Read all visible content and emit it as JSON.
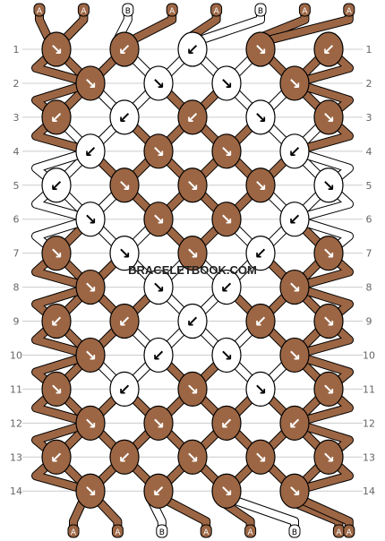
{
  "watermark": "BRACELETBOOK.COM",
  "colors": {
    "A": "#9C6644",
    "B": "#FFFFFF",
    "outline": "#000000",
    "grid": "#cccccc",
    "row_number": "#666666"
  },
  "strands_top": [
    "A",
    "A",
    "B",
    "A",
    "A",
    "B",
    "A",
    "A"
  ],
  "strands_bottom": [
    "A",
    "A",
    "B",
    "A",
    "A",
    "B",
    "A",
    "A"
  ],
  "rows": [
    {
      "number": "1",
      "knots": [
        {
          "color": "A",
          "dir": "↘"
        },
        {
          "color": "A",
          "dir": "↙"
        },
        {
          "color": "B",
          "dir": "↙"
        },
        {
          "color": "A",
          "dir": "↘"
        },
        {
          "color": "A",
          "dir": "↙"
        }
      ]
    },
    {
      "number": "2",
      "knots": [
        {
          "color": "A",
          "dir": "↘"
        },
        {
          "color": "B",
          "dir": "↘"
        },
        {
          "color": "B",
          "dir": "↘"
        },
        {
          "color": "A",
          "dir": "↘"
        }
      ]
    },
    {
      "number": "3",
      "knots": [
        {
          "color": "A",
          "dir": "↙"
        },
        {
          "color": "B",
          "dir": "↙"
        },
        {
          "color": "A",
          "dir": "↙"
        },
        {
          "color": "B",
          "dir": "↘"
        },
        {
          "color": "A",
          "dir": "↘"
        }
      ]
    },
    {
      "number": "4",
      "knots": [
        {
          "color": "B",
          "dir": "↙"
        },
        {
          "color": "A",
          "dir": "↘"
        },
        {
          "color": "A",
          "dir": "↘"
        },
        {
          "color": "B",
          "dir": "↙"
        }
      ]
    },
    {
      "number": "5",
      "knots": [
        {
          "color": "B",
          "dir": "↙"
        },
        {
          "color": "A",
          "dir": "↘"
        },
        {
          "color": "A",
          "dir": "↘"
        },
        {
          "color": "A",
          "dir": "↘"
        },
        {
          "color": "B",
          "dir": "↘"
        }
      ]
    },
    {
      "number": "6",
      "knots": [
        {
          "color": "B",
          "dir": "↘"
        },
        {
          "color": "A",
          "dir": "↘"
        },
        {
          "color": "A",
          "dir": "↘"
        },
        {
          "color": "B",
          "dir": "↙"
        }
      ]
    },
    {
      "number": "7",
      "knots": [
        {
          "color": "A",
          "dir": "↘"
        },
        {
          "color": "B",
          "dir": "↘"
        },
        {
          "color": "A",
          "dir": "↘"
        },
        {
          "color": "B",
          "dir": "↙"
        },
        {
          "color": "A",
          "dir": "↘"
        }
      ]
    },
    {
      "number": "8",
      "knots": [
        {
          "color": "A",
          "dir": "↘"
        },
        {
          "color": "B",
          "dir": "↘"
        },
        {
          "color": "B",
          "dir": "↙"
        },
        {
          "color": "A",
          "dir": "↘"
        }
      ]
    },
    {
      "number": "9",
      "knots": [
        {
          "color": "A",
          "dir": "↙"
        },
        {
          "color": "A",
          "dir": "↙"
        },
        {
          "color": "B",
          "dir": "↙"
        },
        {
          "color": "A",
          "dir": "↙"
        },
        {
          "color": "A",
          "dir": "↘"
        }
      ]
    },
    {
      "number": "10",
      "knots": [
        {
          "color": "A",
          "dir": "↘"
        },
        {
          "color": "B",
          "dir": "↙"
        },
        {
          "color": "B",
          "dir": "↘"
        },
        {
          "color": "A",
          "dir": "↘"
        }
      ]
    },
    {
      "number": "11",
      "knots": [
        {
          "color": "A",
          "dir": "↘"
        },
        {
          "color": "B",
          "dir": "↙"
        },
        {
          "color": "A",
          "dir": "↘"
        },
        {
          "color": "B",
          "dir": "↘"
        },
        {
          "color": "A",
          "dir": "↘"
        }
      ]
    },
    {
      "number": "12",
      "knots": [
        {
          "color": "A",
          "dir": "↘"
        },
        {
          "color": "A",
          "dir": "↘"
        },
        {
          "color": "A",
          "dir": "↙"
        },
        {
          "color": "A",
          "dir": "↙"
        }
      ]
    },
    {
      "number": "13",
      "knots": [
        {
          "color": "A",
          "dir": "↙"
        },
        {
          "color": "A",
          "dir": "↙"
        },
        {
          "color": "A",
          "dir": "↘"
        },
        {
          "color": "A",
          "dir": "↘"
        },
        {
          "color": "A",
          "dir": "↘"
        }
      ]
    },
    {
      "number": "14",
      "knots": [
        {
          "color": "A",
          "dir": "↘"
        },
        {
          "color": "A",
          "dir": "↙"
        },
        {
          "color": "A",
          "dir": "↘"
        },
        {
          "color": "A",
          "dir": "↘"
        }
      ]
    }
  ]
}
